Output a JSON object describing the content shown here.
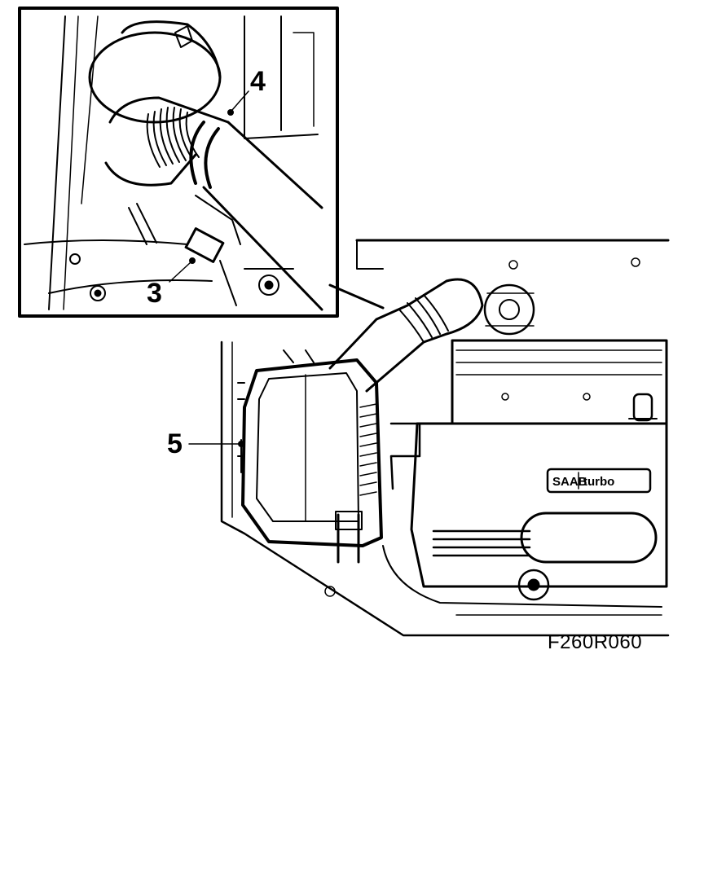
{
  "callouts": {
    "item3": "3",
    "item4": "4",
    "item5": "5"
  },
  "figure_id": "F260R060",
  "engine_cover": {
    "brand": "SAAB",
    "model": "turbo"
  }
}
